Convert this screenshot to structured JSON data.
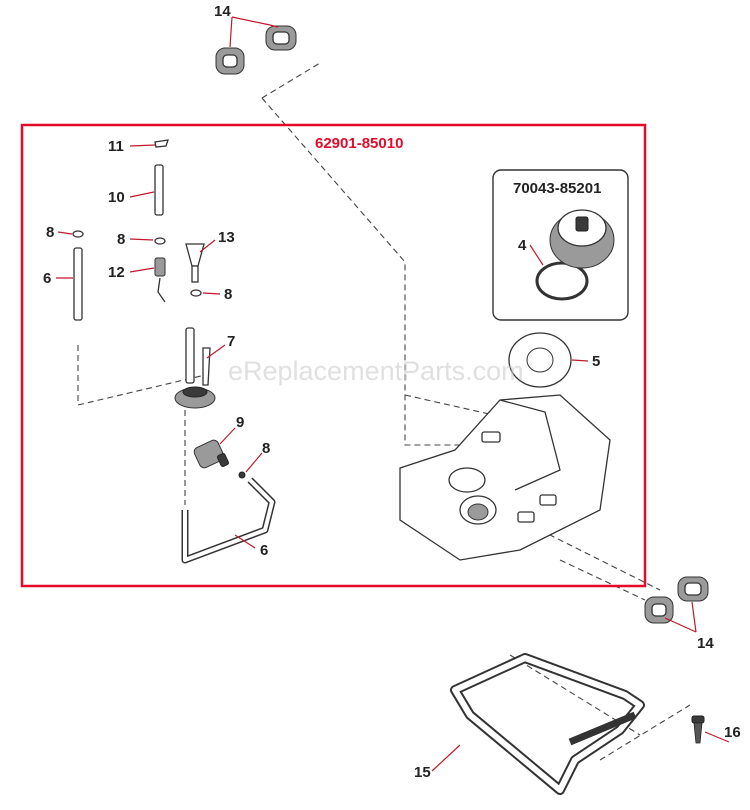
{
  "assembly": {
    "kit_code": "62901-85010",
    "kit_color": "#e30b2a"
  },
  "cap_kit": {
    "code": "70043-85201"
  },
  "callouts": {
    "c14a": "14",
    "c11": "11",
    "c10": "10",
    "c8a": "8",
    "c6a": "6",
    "c8b": "8",
    "c12": "12",
    "c13": "13",
    "c8c": "8",
    "c7": "7",
    "c9": "9",
    "c8d": "8",
    "c6b": "6",
    "c4": "4",
    "c5": "5",
    "c14b": "14",
    "c15": "15",
    "c16": "16"
  },
  "watermark": "eReplacementParts.com",
  "colors": {
    "leader": "#c0192c",
    "line": "#333333"
  }
}
